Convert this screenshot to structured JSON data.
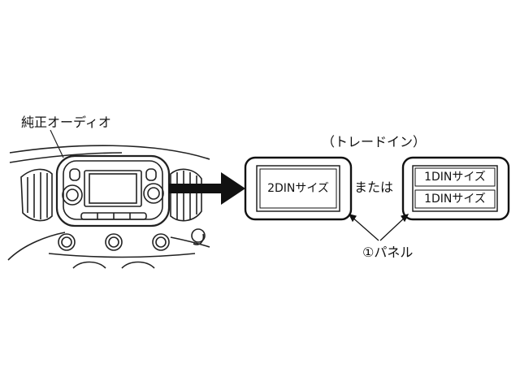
{
  "labels": {
    "stock_audio": "純正オーディオ",
    "trade_in": "（トレードイン）",
    "or": "または",
    "panel": "①パネル"
  },
  "options": {
    "double_din": "2DINサイズ",
    "single_din_top": "1DINサイズ",
    "single_din_bottom": "1DINサイズ"
  }
}
